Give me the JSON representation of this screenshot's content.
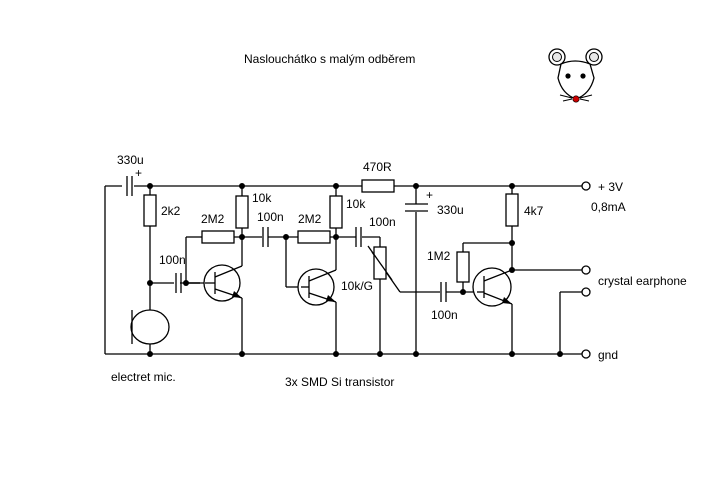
{
  "title": "Naslouchátko s malým odběrem",
  "labels": {
    "c_in": "330u",
    "c_in_plus": "+",
    "r_2k2": "2k2",
    "r_10k_a": "10k",
    "r_2m2_a": "2M2",
    "c_100n_a": "100n",
    "c_100n_b": "100n",
    "r_2m2_b": "2M2",
    "r_10k_b": "10k",
    "c_100n_c": "100n",
    "r_470": "470R",
    "c_330_plus": "+",
    "c_330": "330u",
    "r_4k7": "4k7",
    "r_1m2": "1M2",
    "pot": "10k/G",
    "c_100n_d": "100n",
    "vcc": "+ 3V",
    "current": "0,8mA",
    "earphone": "crystal earphone",
    "gnd": "gnd",
    "mic": "electret mic.",
    "transistors": "3x SMD Si transistor"
  },
  "colors": {
    "ink": "#000000",
    "mouse_nose": "#cc0000",
    "mouse_ear_inner": "#e8e8e8"
  },
  "icons": {
    "mascot": "mouse-face-icon"
  }
}
